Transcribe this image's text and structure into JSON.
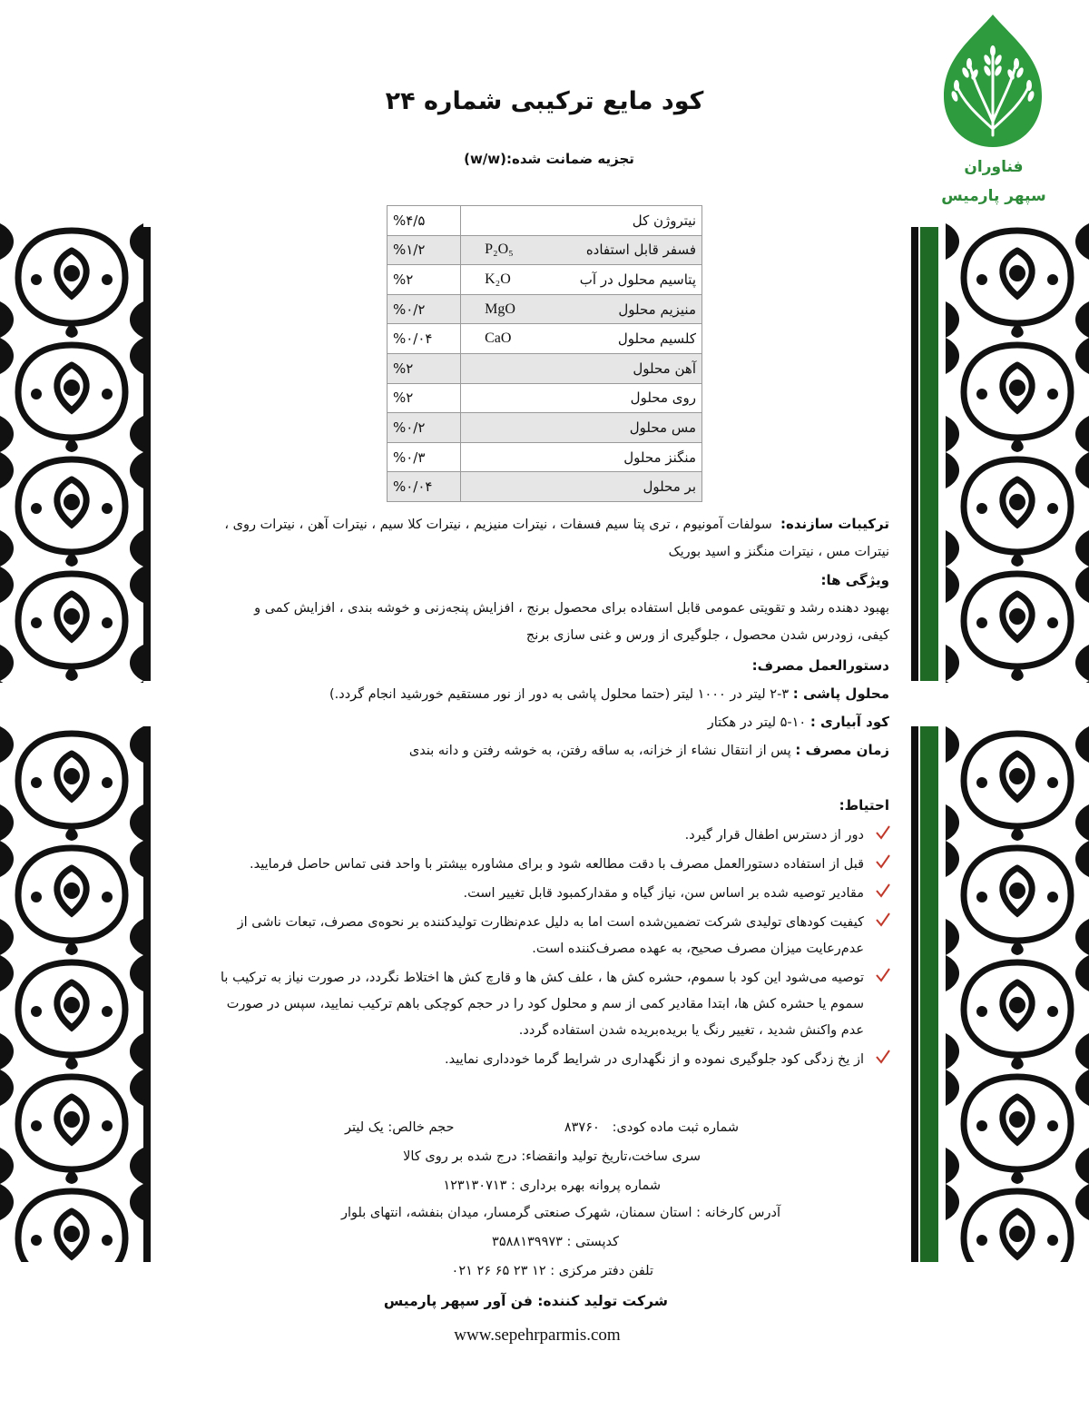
{
  "brand": {
    "line1": "فناوران",
    "line2": "سپهر پارمیس",
    "colors": {
      "logo_green": "#2e9b3f",
      "bar_green": "#1f6b25",
      "check_red": "#c0392b"
    }
  },
  "title": "کود مایع ترکیبی شماره ۲۴",
  "subtitle": "تجزیه ضمانت شده:(w/w)",
  "analysis": [
    {
      "name": "نیتروژن کل",
      "formula": "",
      "value": "%۴/۵"
    },
    {
      "name": "فسفر قابل استفاده",
      "formula": "P₂O₅",
      "value": "%۱/۲"
    },
    {
      "name": "پتاسیم محلول در آب",
      "formula": "K₂O",
      "value": "%۲"
    },
    {
      "name": "منیزیم محلول",
      "formula": "MgO",
      "value": "%۰/۲"
    },
    {
      "name": "کلسیم محلول",
      "formula": "CaO",
      "value": "%۰/۰۴"
    },
    {
      "name": "آهن محلول",
      "formula": "",
      "value": "%۲"
    },
    {
      "name": "روی محلول",
      "formula": "",
      "value": "%۲"
    },
    {
      "name": "مس محلول",
      "formula": "",
      "value": "%۰/۲"
    },
    {
      "name": "منگنز محلول",
      "formula": "",
      "value": "%۰/۳"
    },
    {
      "name": "بر محلول",
      "formula": "",
      "value": "%۰/۰۴"
    }
  ],
  "ingredients": {
    "label": "ترکیبات سازنده:",
    "line1": "سولفات آمونیوم ، تری پتا سیم فسفات ، نیترات منیزیم ، نیترات کلا سیم ، نیترات آهن ، نیترات روی ،",
    "line2": "نیترات مس ، نیترات منگنز و اسید بوریک"
  },
  "features": {
    "label": "ویژگی ها:",
    "line1": "بهبود دهنده رشد و تقویتی عمومی قابل استفاده برای محصول برنج ، افزایش پنجه‌زنی و خوشه بندی ، افزایش کمی و",
    "line2": "کیفی، زودرس شدن محصول ، جلوگیری از ورس و غنی سازی برنج"
  },
  "usage": {
    "label": "دستورالعمل مصرف:",
    "spray_label": "محلول پاشی :",
    "spray_text": "۳-۲ لیتر در ۱۰۰۰ لیتر (حتما محلول پاشی به دور از نور مستقیم خورشید انجام گردد.)",
    "irrigation_label": "کود آبیاری :",
    "irrigation_text": "۱۰-۵ لیتر در هکتار",
    "timing_label": "زمان مصرف :",
    "timing_text": "پس از انتقال نشاء از خزانه، به ساقه رفتن، به خوشه رفتن و دانه بندی"
  },
  "precautions": {
    "label": "احتیاط:",
    "items": [
      "دور از دسترس اطفال قرار گیرد.",
      "قبل از استفاده دستورالعمل مصرف با دقت مطالعه شود و برای مشاوره بیشتر با واحد فنی تماس حاصل فرمایید.",
      "مقادیر توصیه شده بر اساس سن، نیاز گیاه و مقدارکمبود قابل تغییر است.",
      "کیفیت کودهای تولیدی شرکت تضمین‌شده است اما به دلیل عدم‌نظارت تولیدکننده بر نحوه‌ی مصرف، تبعات ناشی از عدم‌رعایت میزان مصرف صحیح، به عهده مصرف‌کننده است.",
      "توصیه می‌شود این کود با سموم، حشره کش ها ، علف کش ها و قارچ کش ها اختلاط نگردد، در صورت نیاز به ترکیب با سموم یا حشره کش ها، ابتدا مقادیر کمی از سم و محلول کود را در حجم کوچکی باهم ترکیب نمایید، سپس در صورت عدم واکنش شدید ، تغییر رنگ یا بریده‌بریده شدن استفاده گردد.",
      "از یخ زدگی کود جلوگیری نموده و از نگهداری در شرایط گرما خودداری نمایید."
    ]
  },
  "footer": {
    "reg_label": "شماره ثبت ماده کودی:",
    "reg_value": "۸۳۷۶۰",
    "volume": "حجم خالص: یک لیتر",
    "batch": "سری ساخت،تاریخ تولید وانقضاء: درج شده بر روی کالا",
    "license": "شماره پروانه بهره برداری : ۱۲۳۱۳۰۷۱۳",
    "address": "آدرس کارخانه :  استان سمنان، شهرک صنعتی گرمسار، میدان بنفشه، انتهای بلوار",
    "postal": "کدپستی :  ۳۵۸۸۱۳۹۹۷۳",
    "phone": "تلفن دفتر مرکزی :  ۱۲ ۲۳ ۶۵ ۲۶ ۰۲۱",
    "company": "شرکت تولید کننده: فن آور سپهر پارمیس",
    "website": "www.sepehrparmis.com"
  }
}
